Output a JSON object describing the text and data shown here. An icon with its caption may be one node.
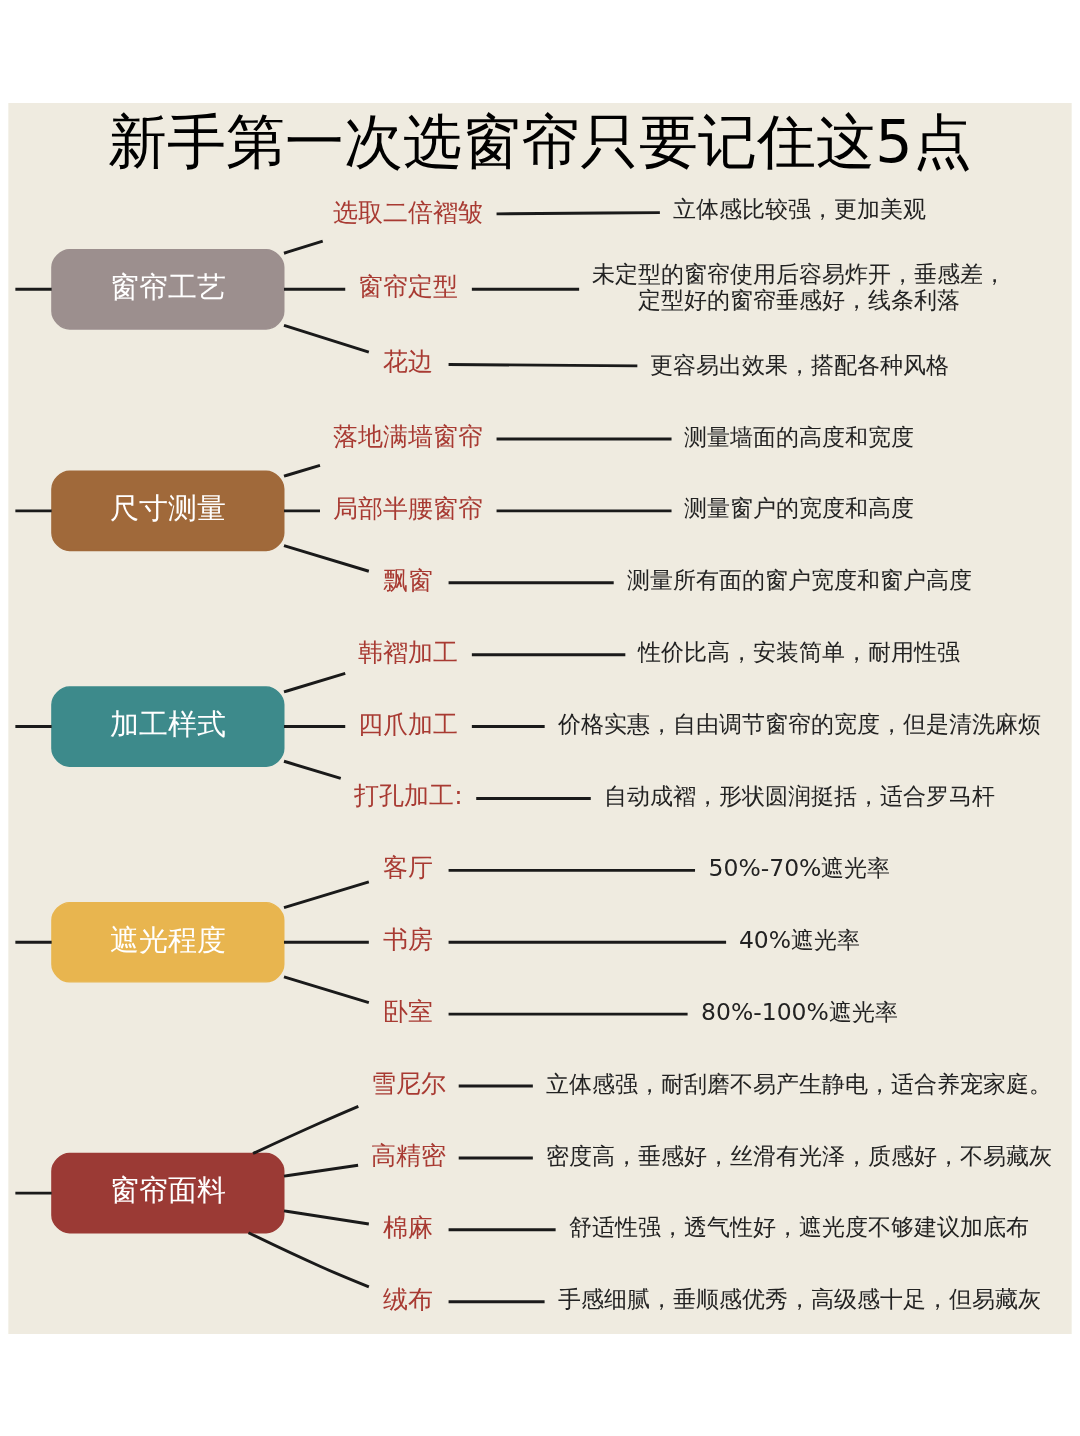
{
  "diagram": {
    "title": "新手第一次选窗帘只要记住这5点",
    "nodes": [
      {
        "text": [
          "窗帘面料"
        ]
      },
      {
        "text": [
          "雪尼尔"
        ]
      },
      {
        "text": [
          "立体感强，耐刮磨不易产生静电，适合养宠家庭。"
        ]
      },
      {
        "text": [
          "高精密"
        ]
      },
      {
        "text": [
          "密度高，垂感好，丝滑有光泽，质感好，不易藏灰"
        ]
      },
      {
        "text": [
          "棉麻"
        ]
      },
      {
        "text": [
          "舒适性强，透气性好，遮光度不够建议加底布"
        ]
      },
      {
        "text": [
          "绒布"
        ]
      },
      {
        "text": [
          "手感细腻，垂顺感优秀，高级感十足，但易藏灰"
        ]
      },
      {
        "text": [
          "遮光程度"
        ]
      },
      {
        "text": [
          "客厅"
        ]
      },
      {
        "text": [
          "50%-70%遮光率"
        ]
      },
      {
        "text": [
          "书房"
        ]
      },
      {
        "text": [
          "40%遮光率"
        ]
      },
      {
        "text": [
          "卧室"
        ]
      },
      {
        "text": [
          "80%-100%遮光率"
        ]
      },
      {
        "text": [
          "加工样式"
        ]
      },
      {
        "text": [
          "韩褶加工"
        ]
      },
      {
        "text": [
          "性价比高，安装简单，耐用性强"
        ]
      },
      {
        "text": [
          "四爪加工"
        ]
      },
      {
        "text": [
          "价格实惠，自由调节窗帘的宽度，但是清洗麻烦"
        ]
      },
      {
        "text": [
          "打孔加工:"
        ]
      },
      {
        "text": [
          "自动成褶，形状圆润挺括，适合罗马杆"
        ]
      },
      {
        "text": [
          "尺寸测量"
        ]
      },
      {
        "text": [
          "落地满墙窗帘"
        ]
      },
      {
        "text": [
          "测量墙面的高度和宽度"
        ]
      },
      {
        "text": [
          "局部半腰窗帘"
        ]
      },
      {
        "text": [
          "测量窗户的宽度和高度"
        ]
      },
      {
        "text": [
          "飘窗"
        ]
      },
      {
        "text": [
          "测量所有面的窗户宽度和窗户高度"
        ]
      },
      {
        "text": [
          "窗帘工艺"
        ]
      },
      {
        "text": [
          "选取二倍褶皱"
        ]
      },
      {
        "text": [
          "立体感比较强，更加美观"
        ]
      },
      {
        "text": [
          "窗帘定型"
        ]
      },
      {
        "text": [
          "未定型的窗帘使用后容易炸开，垂感差，定型好的窗帘垂感好，线条利落"
        ]
      },
      {
        "text": [
          "花边"
        ]
      },
      {
        "text": [
          "更容易出效果，搭配各种风格"
        ]
      }
    ],
    "edges": [
      {
        "from": null,
        "to": 0,
        "arrow": "none"
      },
      {
        "from": 0,
        "to": 1,
        "arrow": "none"
      },
      {
        "from": 1,
        "to": 2,
        "arrow": "none"
      },
      {
        "from": 0,
        "to": 3,
        "arrow": "none"
      },
      {
        "from": 3,
        "to": 4,
        "arrow": "none"
      },
      {
        "from": 0,
        "to": 5,
        "arrow": "none"
      },
      {
        "from": 5,
        "to": 6,
        "arrow": "none"
      },
      {
        "from": 0,
        "to": 7,
        "arrow": "none"
      },
      {
        "from": 7,
        "to": 8,
        "arrow": "none"
      },
      {
        "from": null,
        "to": 9,
        "arrow": "none"
      },
      {
        "from": 9,
        "to": 10,
        "arrow": "none"
      },
      {
        "from": 10,
        "to": 11,
        "arrow": "none"
      },
      {
        "from": 9,
        "to": 12,
        "arrow": "none"
      },
      {
        "from": 12,
        "to": 13,
        "arrow": "none"
      },
      {
        "from": 9,
        "to": 14,
        "arrow": "none"
      },
      {
        "from": 14,
        "to": 15,
        "arrow": "none"
      },
      {
        "from": null,
        "to": 16,
        "arrow": "none"
      },
      {
        "from": 16,
        "to": 17,
        "arrow": "none"
      },
      {
        "from": 17,
        "to": 18,
        "arrow": "none"
      },
      {
        "from": 16,
        "to": 19,
        "arrow": "none"
      },
      {
        "from": 19,
        "to": 20,
        "arrow": "none"
      },
      {
        "from": 16,
        "to": 21,
        "arrow": "none"
      },
      {
        "from": 21,
        "to": 22,
        "arrow": "none"
      },
      {
        "from": null,
        "to": 23,
        "arrow": "none"
      },
      {
        "from": 23,
        "to": 24,
        "arrow": "none"
      },
      {
        "from": 24,
        "to": 25,
        "arrow": "none"
      },
      {
        "from": 23,
        "to": 26,
        "arrow": "none"
      },
      {
        "from": 26,
        "to": 27,
        "arrow": "none"
      },
      {
        "from": 23,
        "to": 28,
        "arrow": "none"
      },
      {
        "from": 28,
        "to": 29,
        "arrow": "none"
      },
      {
        "from": null,
        "to": 30,
        "arrow": "none"
      },
      {
        "from": 30,
        "to": 31,
        "arrow": "none"
      },
      {
        "from": 31,
        "to": 32,
        "arrow": "none"
      },
      {
        "from": 30,
        "to": 33,
        "arrow": "none"
      },
      {
        "from": 33,
        "to": 34,
        "arrow": "none"
      },
      {
        "from": 30,
        "to": 35,
        "arrow": "none"
      },
      {
        "from": 35,
        "to": 36,
        "arrow": "none"
      }
    ]
  }
}
